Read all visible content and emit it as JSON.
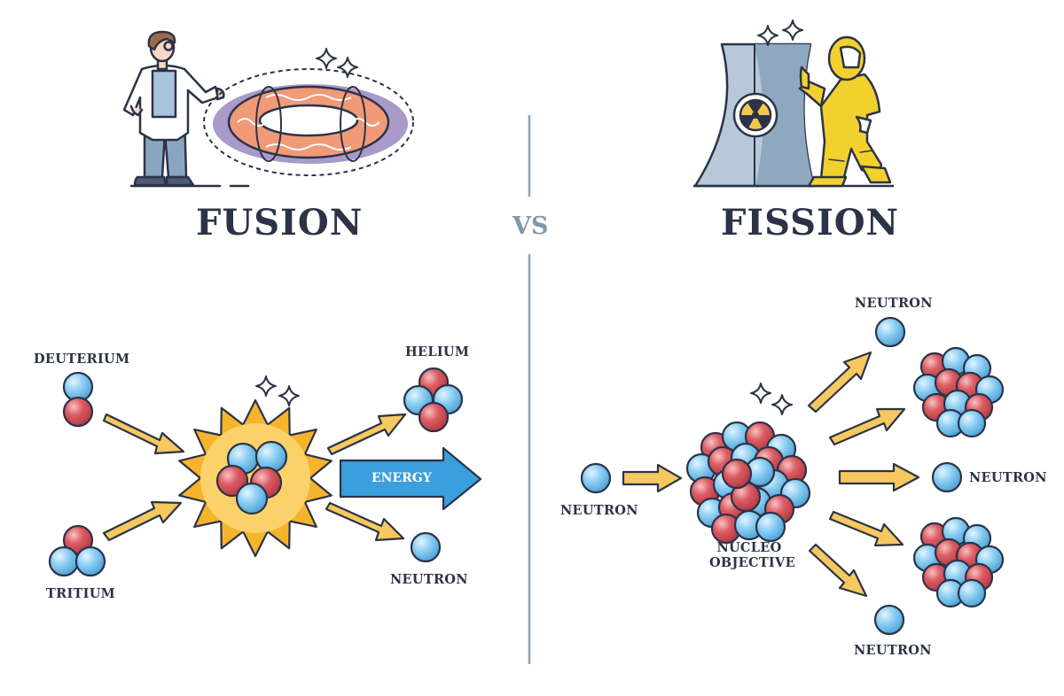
{
  "headings": {
    "fusion": "FUSION",
    "vs": "VS",
    "fission": "FISSION"
  },
  "fusion": {
    "deuterium": "DEUTERIUM",
    "tritium": "TRITIUM",
    "helium": "HELIUM",
    "neutron": "NEUTRON",
    "energy": "ENERGY"
  },
  "fission": {
    "neutron_in": "NEUTRON",
    "nucleus_line1": "NUCLEO",
    "nucleus_line2": "OBJECTIVE",
    "neutron_top": "NEUTRON",
    "neutron_right": "NEUTRON",
    "neutron_bottom": "NEUTRON"
  },
  "colors": {
    "proton": "#d9555e",
    "neutron": "#7ec3ec",
    "arrow": "#f6c85f",
    "energy_arrow": "#3a9fdd",
    "outline": "#2c3347",
    "divider": "#8ea3b6",
    "hazmat_suit": "#f2d12f",
    "reactor": "#a8bfd1"
  }
}
